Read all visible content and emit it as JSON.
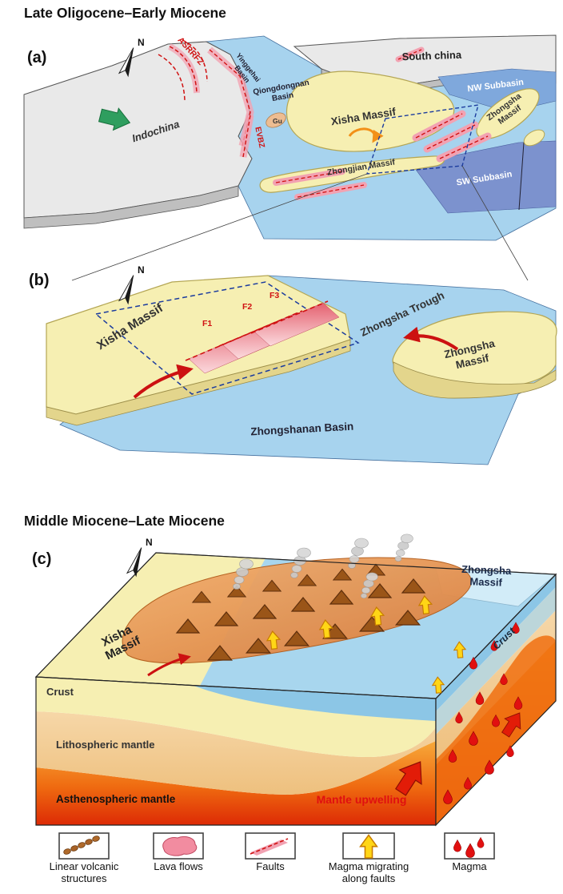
{
  "titles": {
    "section_a": "Late Oligocene–Early Miocene",
    "section_c": "Middle Miocene–Late Miocene"
  },
  "panels": {
    "a": {
      "tag": "(a)",
      "compass": "N",
      "south_china": "South china",
      "indochina": "Indochina",
      "asrrfz": "ASRRFZ",
      "yinggehai_line1": "Yinggehai",
      "yinggehai_line2": "Basin",
      "qiongdongnan_line1": "Qiongdongnan",
      "qiongdongnan_line2": "Basin",
      "evbz": "EVBZ",
      "gu": "Gu",
      "xisha": "Xisha Massif",
      "nw_subbasin": "NW Subbasin",
      "zhongsha_line1": "Zhongsha",
      "zhongsha_line2": "Massif",
      "zhongjian": "Zhongjian Massif",
      "sw_subbasin": "SW Subbasin"
    },
    "b": {
      "tag": "(b)",
      "compass": "N",
      "xisha": "Xisha Massif",
      "fault1": "F1",
      "fault2": "F2",
      "fault3": "F3",
      "zhongsha_trough": "Zhongsha Trough",
      "zhongsha_line1": "Zhongsha",
      "zhongsha_line2": "Massif",
      "zhongshanan_basin": "Zhongshanan Basin"
    },
    "c": {
      "tag": "(c)",
      "compass": "N",
      "xisha_line1": "Xisha",
      "xisha_line2": "Massif",
      "zhongsha_line1": "Zhongsha",
      "zhongsha_line2": "Massif",
      "crust_side": "Crust",
      "crust_front": "Crust",
      "lithospheric_mantle": "Lithospheric mantle",
      "asthenospheric_mantle": "Asthenospheric mantle",
      "mantle_upwelling": "Mantle upwelling"
    }
  },
  "legend": {
    "items": [
      {
        "id": "linear-volcanic-structures",
        "line1": "Linear volcanic",
        "line2": "structures"
      },
      {
        "id": "lava-flows",
        "line1": "Lava flows",
        "line2": ""
      },
      {
        "id": "faults",
        "line1": "Faults",
        "line2": ""
      },
      {
        "id": "magma-migrating-along-faults",
        "line1": "Magma migrating",
        "line2": "along faults"
      },
      {
        "id": "magma",
        "line1": "Magma",
        "line2": ""
      }
    ]
  },
  "colors": {
    "massif_yellow": "#f6efb2",
    "sea_blue": "#a7d3ee",
    "subbasin_blue": "#7c92ce",
    "nw_subbasin_blue": "#7fa8dc",
    "plate_gray": "#e9e9e9",
    "fault_red": "#d01212",
    "fault_band_pink": "#f2a2b2",
    "magma_red": "#e11010",
    "magma_arrow_yellow": "#ffd616",
    "indochina_arrow_green": "#2f9e5f",
    "rotation_arrow_orange": "#f29018",
    "asthenosphere_orange": "#ef6a10"
  }
}
